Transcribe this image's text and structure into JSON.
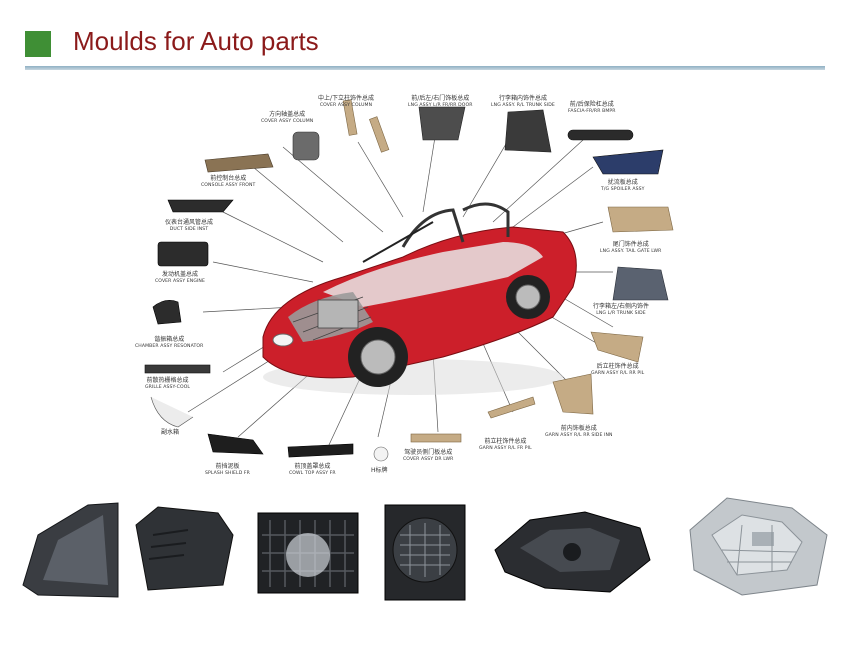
{
  "header": {
    "title": "Moulds for Auto parts",
    "accent_color": "#3f8f35",
    "title_color": "#8b1a1a"
  },
  "diagram": {
    "callouts": [
      {
        "zh": "中上/下立柱饰件总成",
        "en": "COVER ASSY COLUMN"
      },
      {
        "zh": "前/后左/右门饰板总成",
        "en": "LNG ASSY L/R FR/RR DOOR"
      },
      {
        "zh": "行李箱内饰件总成",
        "en": "LNG ASSY. R/L TRUNK SIDE"
      },
      {
        "zh": "前/后保险杠总成",
        "en": "FASCIA-FR/RR BMPR"
      },
      {
        "zh": "方向轴盖总成",
        "en": "COVER ASSY COLUMN"
      },
      {
        "zh": "前控制台总成",
        "en": "CONSOLE ASSY FRONT"
      },
      {
        "zh": "扰流板总成",
        "en": "T/G SPOILER ASSY"
      },
      {
        "zh": "仪表台通风管总成",
        "en": "DUCT SIDE INST"
      },
      {
        "zh": "尾门饰件总成",
        "en": "LNG ASSY. TAIL GATE LWR"
      },
      {
        "zh": "发动机盖总成",
        "en": "COVER ASSY ENGINE"
      },
      {
        "zh": "行李箱左/右侧内饰件",
        "en": "LNG L/R TRUNK SIDE"
      },
      {
        "zh": "谐振箱总成",
        "en": "CHAMBER ASSY RESONATOR"
      },
      {
        "zh": "后立柱饰件总成",
        "en": "GARN ASSY R/L RR PIL"
      },
      {
        "zh": "前散热栅格总成",
        "en": "GRILLE ASSY-COOL"
      },
      {
        "zh": "前内饰板总成",
        "en": "GARN ASSY R/L RR SIDE INN"
      },
      {
        "zh": "副水箱",
        "en": ""
      },
      {
        "zh": "前立柱饰件总成",
        "en": "GARN ASSY R/L FR PIL"
      },
      {
        "zh": "前挡泥板",
        "en": "SPLASH SHIELD FR"
      },
      {
        "zh": "前顶盖罩总成",
        "en": "COWL TOP ASSY FR"
      },
      {
        "zh": "H标牌",
        "en": ""
      },
      {
        "zh": "驾驶员侧门板总成",
        "en": "COVER ASSY DR LWR"
      }
    ]
  },
  "photos": [
    {
      "icon": "gray-housing-part-icon"
    },
    {
      "icon": "black-fan-shroud-part-icon"
    },
    {
      "icon": "black-duct-bracket-part-icon"
    },
    {
      "icon": "silver-bracket-part-icon"
    }
  ]
}
